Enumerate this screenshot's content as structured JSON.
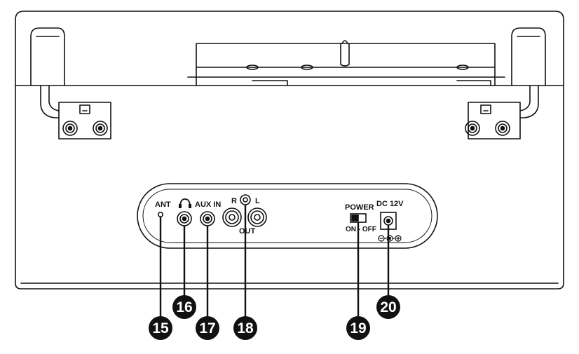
{
  "panel": {
    "ant_label": "ANT",
    "headphone_icon": "headphone-icon",
    "aux_in_label": "AUX IN",
    "out_r_label": "R",
    "out_l_label": "L",
    "out_label": "OUT",
    "power_label": "POWER",
    "power_switch_label": "ON - OFF",
    "dc_label": "DC 12V",
    "polarity_icon": "dc-polarity-icon"
  },
  "callouts": [
    {
      "number": "15"
    },
    {
      "number": "16"
    },
    {
      "number": "17"
    },
    {
      "number": "18"
    },
    {
      "number": "19"
    },
    {
      "number": "20"
    }
  ],
  "colors": {
    "line": "#111111",
    "callout_fill": "#111111",
    "background": "#ffffff"
  }
}
